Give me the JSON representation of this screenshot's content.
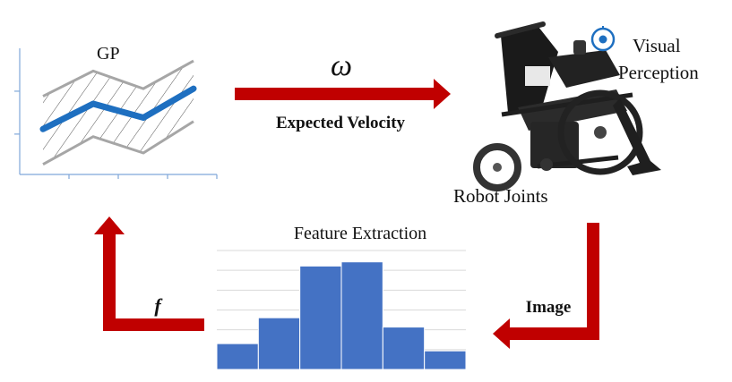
{
  "gp": {
    "title": "GP"
  },
  "top_arrow": {
    "symbol": "ω",
    "label": "Expected Velocity",
    "color": "#C00000"
  },
  "robot": {
    "visual_label_line1": "Visual",
    "visual_label_line2": "Perception",
    "joints_label": "Robot Joints",
    "icon": "camera-lens-icon"
  },
  "right_arrow": {
    "label": "Image",
    "color": "#C00000"
  },
  "left_arrow": {
    "label": "f",
    "color": "#C00000"
  },
  "feature_chart": {
    "title": "Feature Extraction"
  },
  "chart_data": [
    {
      "type": "line",
      "title": "GP",
      "x": [
        0,
        1,
        2,
        3
      ],
      "series": [
        {
          "values": [
            0.36,
            0.56,
            0.45,
            0.68
          ]
        },
        {
          "values": [
            0.62,
            0.82,
            0.68,
            0.9
          ]
        },
        {
          "values": [
            0.08,
            0.3,
            0.17,
            0.42
          ]
        }
      ],
      "ylim": [
        0,
        1
      ],
      "grid": false,
      "colors": [
        "#1E6FC0",
        "#A6A6A6",
        "#A6A6A6"
      ]
    },
    {
      "type": "bar",
      "title": "Feature Extraction",
      "values": [
        0.25,
        0.5,
        1.0,
        1.04,
        0.41,
        0.18
      ],
      "ylim": [
        0,
        1.15
      ],
      "grid": true,
      "colors": [
        "#4472C4"
      ]
    }
  ]
}
